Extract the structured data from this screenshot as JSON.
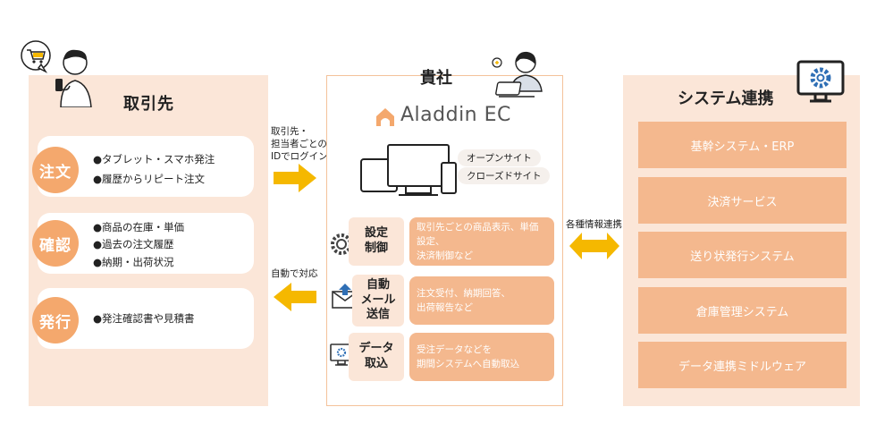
{
  "left": {
    "title": "取引先",
    "rows": [
      {
        "badge": "注文",
        "items": [
          "●タブレット・スマホ発注",
          "●履歴からリピート注文"
        ]
      },
      {
        "badge": "確認",
        "items": [
          "●商品の在庫・単価",
          "●過去の注文履歴",
          "●納期・出荷状況"
        ]
      },
      {
        "badge": "発行",
        "items": [
          "●発注確認書や見積書"
        ]
      }
    ]
  },
  "arrows": {
    "login": [
      "取引先・",
      "担当者ごとの",
      "IDでログイン"
    ],
    "auto": "自動で対応",
    "link": "各種情報連携"
  },
  "center": {
    "title": "貴社",
    "logo": "Aladdin EC",
    "sites": [
      "オープンサイト",
      "クローズドサイト"
    ],
    "functions": [
      {
        "label": [
          "設定",
          "制御"
        ],
        "desc": [
          "取引先ごとの商品表示、単価設定、",
          "決済制御など"
        ],
        "icon": "gears-icon"
      },
      {
        "label": [
          "自動",
          "メール",
          "送信"
        ],
        "desc": [
          "注文受付、納期回答、",
          "出荷報告など"
        ],
        "icon": "mail-icon"
      },
      {
        "label": [
          "データ",
          "取込"
        ],
        "desc": [
          "受注データなどを",
          "期間システムへ自動取込"
        ],
        "icon": "monitor-gear-icon"
      }
    ]
  },
  "right": {
    "title": "システム連携",
    "systems": [
      "基幹システム・ERP",
      "決済サービス",
      "送り状発行システム",
      "倉庫管理システム",
      "データ連携ミドルウェア"
    ]
  },
  "colors": {
    "accent": "#f4a86d",
    "panel": "#fbe6d8",
    "arrow": "#f5b800",
    "box": "#f4b88e"
  }
}
